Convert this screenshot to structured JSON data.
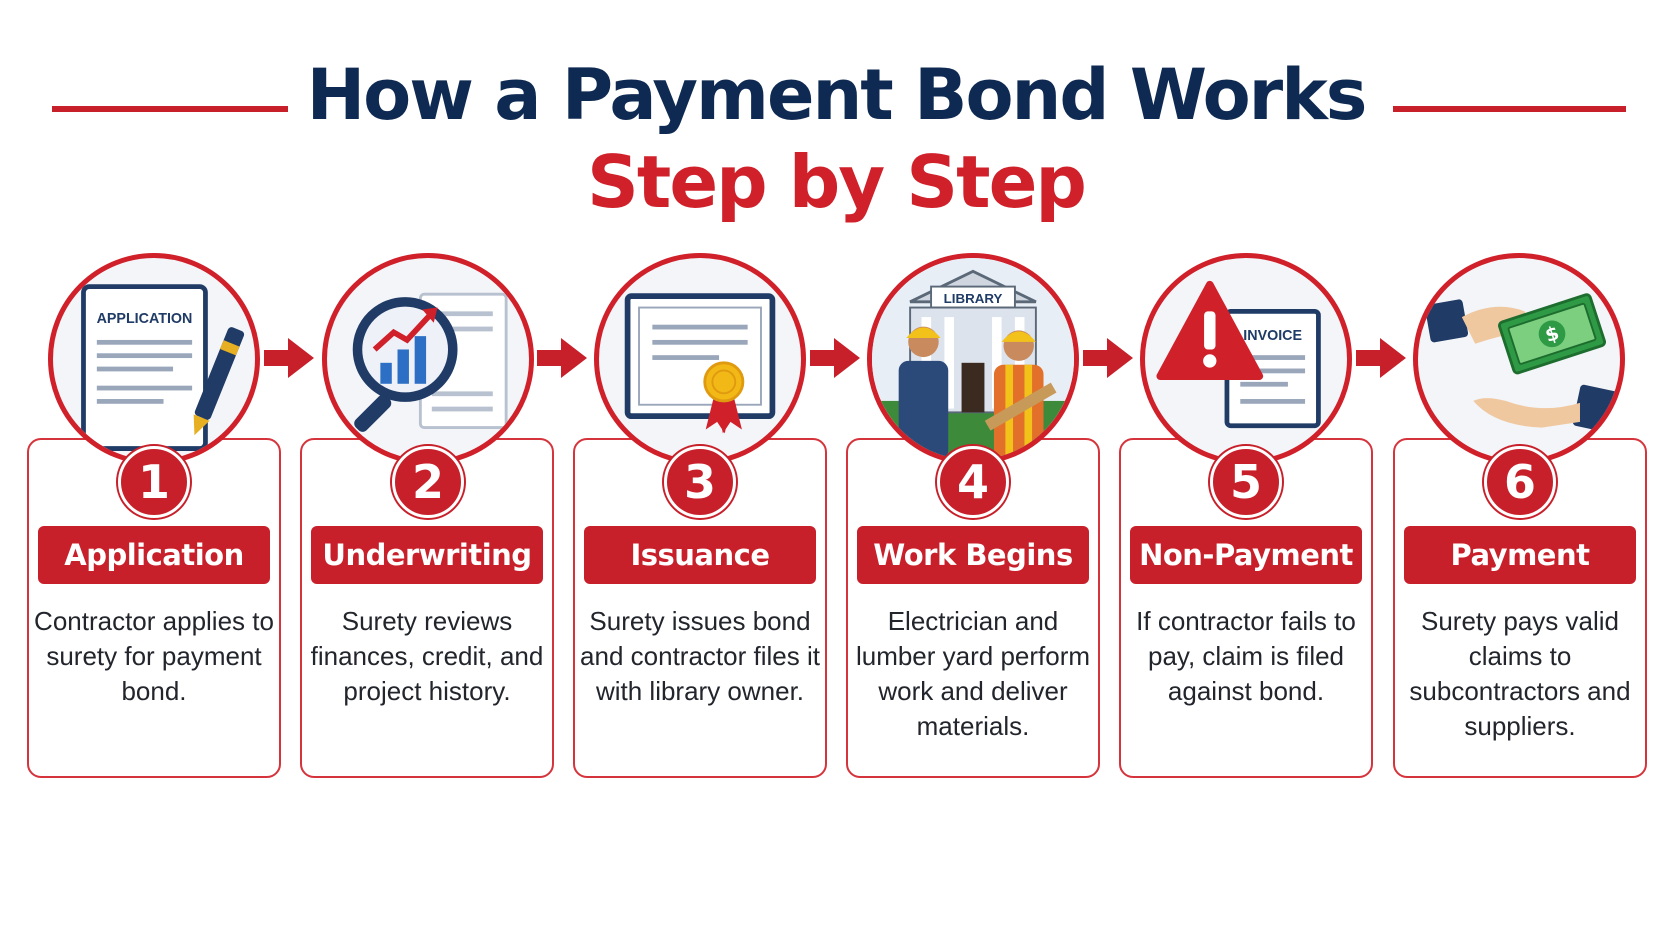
{
  "title": "How a Payment Bond Works",
  "subtitle": "Step by Step",
  "steps": [
    {
      "number": "1",
      "label": "Application",
      "description": "Contractor applies to surety for payment bond.",
      "icon": "application-form-icon",
      "icon_text": "APPLICATION"
    },
    {
      "number": "2",
      "label": "Underwriting",
      "description": "Surety reviews finances, credit, and project history.",
      "icon": "magnifier-chart-icon"
    },
    {
      "number": "3",
      "label": "Issuance",
      "description": "Surety issues bond and contractor files it with library owner.",
      "icon": "certificate-icon"
    },
    {
      "number": "4",
      "label": "Work Begins",
      "description": "Electrician and lumber yard perform work and deliver materials.",
      "icon": "library-workers-icon",
      "icon_text": "LIBRARY"
    },
    {
      "number": "5",
      "label": "Non-Payment",
      "description": "If contractor fails to pay, claim is filed against bond.",
      "icon": "warning-invoice-icon",
      "icon_text": "INVOICE"
    },
    {
      "number": "6",
      "label": "Payment",
      "description": "Surety pays valid claims to subcontractors and suppliers.",
      "icon": "money-handoff-icon"
    }
  ],
  "colors": {
    "navy": "#0f2a52",
    "red": "#c8202a",
    "white": "#ffffff"
  }
}
